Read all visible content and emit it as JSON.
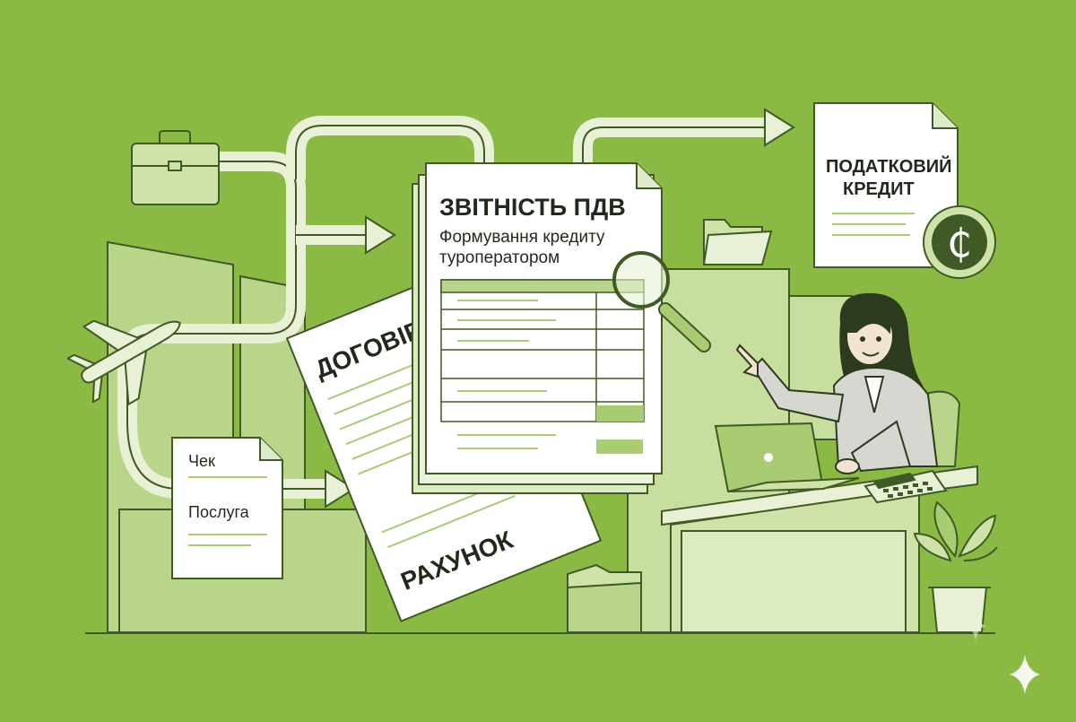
{
  "report": {
    "title": "ЗВІТНІСТЬ ПДВ",
    "subtitle_line1": "Формування кредиту",
    "subtitle_line2": "туроператором"
  },
  "tax_credit": {
    "line1": "ПОДАТКОВИЙ",
    "line2": "КРЕДИТ",
    "currency_symbol": "₵"
  },
  "contract": {
    "label": "ДОГОВІР"
  },
  "invoice": {
    "label": "РАХУНОК"
  },
  "receipt": {
    "line1": "Чек",
    "line2": "Послуга"
  },
  "colors": {
    "background": "#8ab944",
    "light_green": "#cfe2a8",
    "mid_green": "#a9cb72",
    "dark_green": "#3f5a24",
    "outline": "#2c3a1e"
  },
  "icons": [
    "suitcase-icon",
    "airplane-icon",
    "magnifier-icon",
    "folder-icon",
    "laptop-icon",
    "calculator-icon",
    "plant-icon",
    "coin-icon",
    "sparkle-icon"
  ]
}
